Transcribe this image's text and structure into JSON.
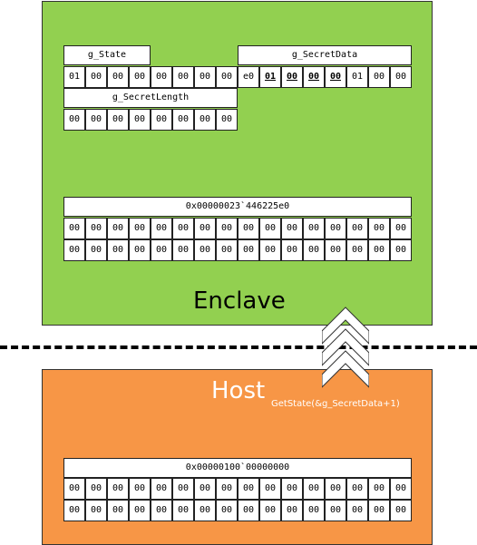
{
  "enclave": {
    "label": "Enclave",
    "g_state": {
      "label": "g_State",
      "bytes": [
        "01",
        "00",
        "00",
        "00",
        "00",
        "00",
        "00",
        "00"
      ]
    },
    "g_secretdata": {
      "label": "g_SecretData",
      "bytes": [
        "e0",
        "01",
        "00",
        "00",
        "00",
        "01",
        "00",
        "00"
      ],
      "bold_indices": [
        1,
        2,
        3,
        4
      ]
    },
    "g_secretlength": {
      "label": "g_SecretLength",
      "bytes": [
        "00",
        "00",
        "00",
        "00",
        "00",
        "00",
        "00",
        "00"
      ]
    },
    "memory": {
      "address": "0x00000023`446225e0",
      "rows": [
        [
          "00",
          "00",
          "00",
          "00",
          "00",
          "00",
          "00",
          "00",
          "00",
          "00",
          "00",
          "00",
          "00",
          "00",
          "00",
          "00"
        ],
        [
          "00",
          "00",
          "00",
          "00",
          "00",
          "00",
          "00",
          "00",
          "00",
          "00",
          "00",
          "00",
          "00",
          "00",
          "00",
          "00"
        ]
      ]
    }
  },
  "host": {
    "label": "Host",
    "call": "GetState(&g_SecretData+1)",
    "memory": {
      "address": "0x00000100`00000000",
      "rows": [
        [
          "00",
          "00",
          "00",
          "00",
          "00",
          "00",
          "00",
          "00",
          "00",
          "00",
          "00",
          "00",
          "00",
          "00",
          "00",
          "00"
        ],
        [
          "00",
          "00",
          "00",
          "00",
          "00",
          "00",
          "00",
          "00",
          "00",
          "00",
          "00",
          "00",
          "00",
          "00",
          "00",
          "00"
        ]
      ]
    }
  },
  "colors": {
    "enclave": "#92d050",
    "host": "#f79646"
  }
}
